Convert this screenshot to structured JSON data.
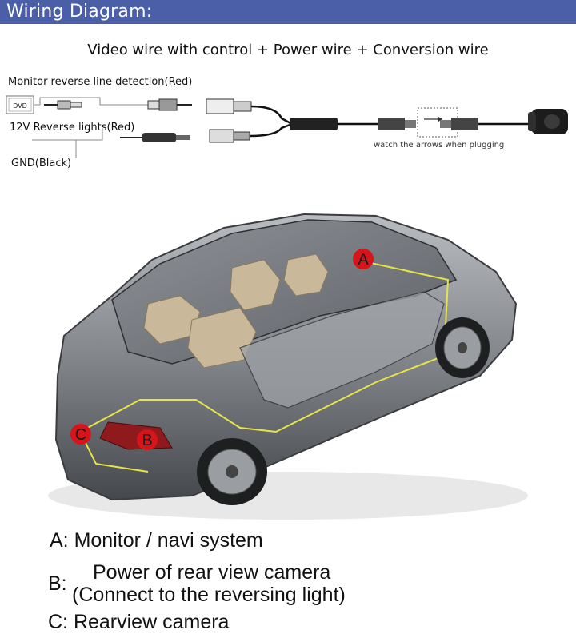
{
  "header": {
    "title": "Wiring Diagram:"
  },
  "wiring": {
    "subtitle": "Video wire with control + Power wire + Conversion wire",
    "monitor_label": "Monitor reverse line detection(Red)",
    "dvd_label": "DVD",
    "reverse_label": "12V Reverse lights(Red)",
    "gnd_label": "GND(Black)",
    "plug_note": "watch the arrows when plugging"
  },
  "markers": {
    "a": "A",
    "b": "B",
    "c": "C"
  },
  "legend": {
    "a": "A: Monitor / navi system",
    "b_prefix": "B:",
    "b_line1": "Power of rear view camera",
    "b_line2": "(Connect to the reversing light)",
    "c": "C: Rearview camera"
  },
  "colors": {
    "header_bg": "#4b5fa8",
    "marker": "#d8141b",
    "route": "#e7e34a",
    "car_body": "#6c6f73"
  }
}
